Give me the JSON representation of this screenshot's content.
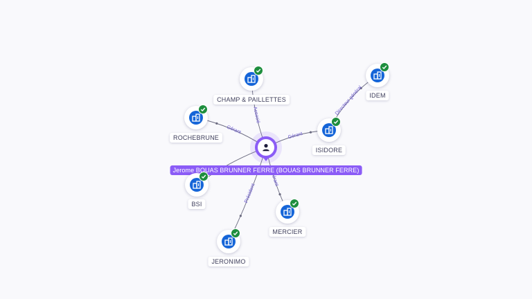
{
  "colors": {
    "accent": "#8b5cf6",
    "company_icon": "#1565d8",
    "check_badge": "#1e8e3e",
    "edge": "#6b6b80",
    "edge_label": "#6d5bd0",
    "background": "#f9f9fc"
  },
  "person": {
    "label": "Jerome BOUAS BRUNNER FERRE (BOUAS BRUNNER FERRE)",
    "icon": "person-icon"
  },
  "companies": [
    {
      "key": "champ",
      "label": "CHAMP & PAILLETTES",
      "icon": "building-icon",
      "verified": true
    },
    {
      "key": "rochebrune",
      "label": "ROCHEBRUNE",
      "icon": "building-icon",
      "verified": true
    },
    {
      "key": "bsi",
      "label": "BSI",
      "icon": "building-icon",
      "verified": true
    },
    {
      "key": "jeronimo",
      "label": "JERONIMO",
      "icon": "building-icon",
      "verified": true
    },
    {
      "key": "mercier",
      "label": "MERCIER",
      "icon": "building-icon",
      "verified": true
    },
    {
      "key": "isidore",
      "label": "ISIDORE",
      "icon": "building-icon",
      "verified": true
    },
    {
      "key": "idem",
      "label": "IDEM",
      "icon": "building-icon",
      "verified": true
    }
  ],
  "relations": [
    {
      "from": "person",
      "to": "champ",
      "label": "Associé"
    },
    {
      "from": "person",
      "to": "rochebrune",
      "label": "Gérant"
    },
    {
      "from": "person",
      "to": "bsi",
      "label": ""
    },
    {
      "from": "person",
      "to": "jeronimo",
      "label": "Président"
    },
    {
      "from": "person",
      "to": "mercier",
      "label": "Gérant"
    },
    {
      "from": "person",
      "to": "isidore",
      "label": "Gérant"
    },
    {
      "from": "isidore",
      "to": "idem",
      "label": "Directeur général"
    }
  ]
}
